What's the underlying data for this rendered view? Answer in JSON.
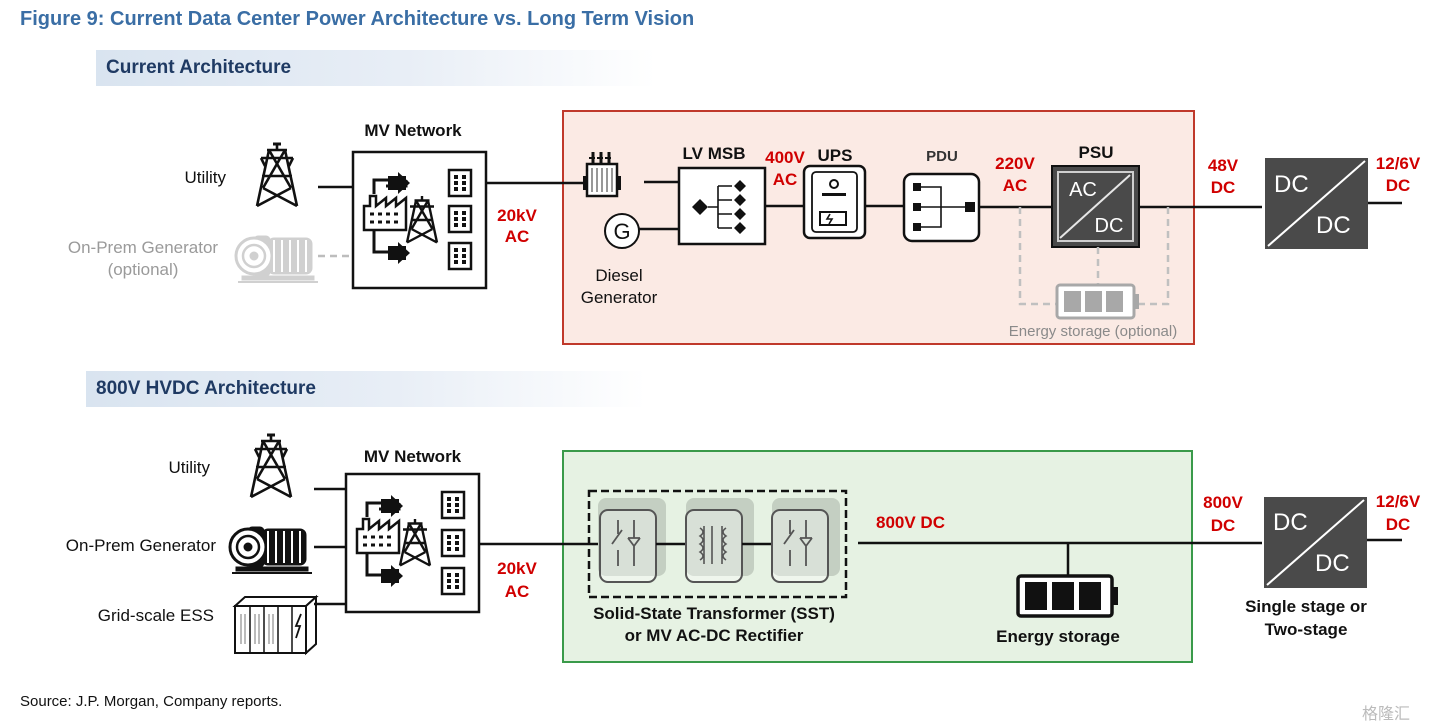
{
  "title": "Figure 9: Current Data Center Power Architecture vs. Long Term Vision",
  "current": {
    "heading": "Current Architecture",
    "utility": "Utility",
    "onprem_line1": "On-Prem Generator",
    "onprem_line2": "(optional)",
    "mv_network": "MV Network",
    "v20kv": "20kV",
    "ac1": "AC",
    "diesel_line1": "Diesel",
    "diesel_line2": "Generator",
    "generator_symbol": "G",
    "lv_msb": "LV MSB",
    "v400": "400V",
    "ac2": "AC",
    "ups": "UPS",
    "pdu": "PDU",
    "v220": "220V",
    "ac3": "AC",
    "psu": "PSU",
    "psu_ac": "AC",
    "psu_dc": "DC",
    "v48": "48V",
    "dc1": "DC",
    "dcdc_top": "DC",
    "dcdc_bottom": "DC",
    "v12": "12/6V",
    "dc2": "DC",
    "energy_storage": "Energy storage (optional)"
  },
  "hvdc": {
    "heading": "800V HVDC Architecture",
    "utility": "Utility",
    "onprem": "On-Prem Generator",
    "grid_ess": "Grid-scale ESS",
    "mv_network": "MV Network",
    "v20kv": "20kV",
    "ac": "AC",
    "sst_line1": "Solid-State Transformer (SST)",
    "sst_line2": "or MV AC-DC Rectifier",
    "v800dc": "800V DC",
    "energy_storage": "Energy storage",
    "v800": "800V",
    "dc1": "DC",
    "dcdc_top": "DC",
    "dcdc_bottom": "DC",
    "v12": "12/6V",
    "dc2": "DC",
    "stage_line1": "Single stage or",
    "stage_line2": "Two-stage"
  },
  "source": "Source: J.P. Morgan, Company reports.",
  "watermark": "格隆汇",
  "colors": {
    "title_blue": "#3a6ea5",
    "heading_navy": "#1f3a63",
    "voltage_red": "#d00000",
    "current_panel_border": "#c0392b",
    "current_panel_fill": "#fbeae4",
    "hvdc_panel_border": "#3a9a4a",
    "hvdc_panel_fill": "#e6f2e3",
    "converter_grey": "#4a4a4a"
  },
  "icons": [
    "transmission-tower-icon",
    "generator-motor-icon",
    "factory-icon",
    "transformer-icon",
    "switchboard-icon",
    "ups-icon",
    "pdu-icon",
    "battery-icon",
    "ess-container-icon",
    "rectifier-icon"
  ]
}
